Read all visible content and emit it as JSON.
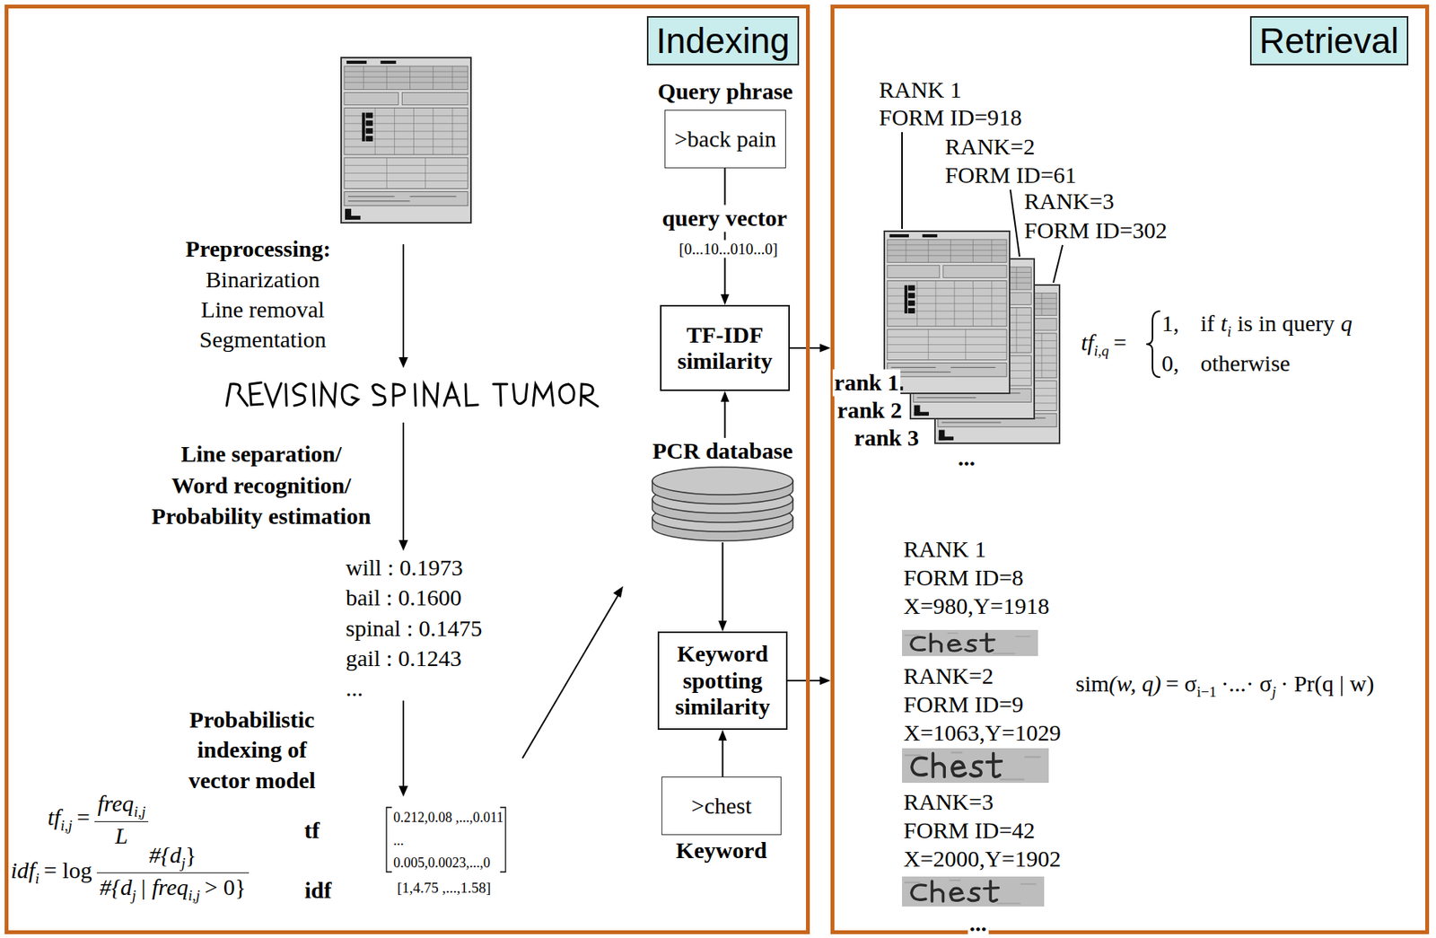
{
  "diagram": {
    "nodes": [
      {
        "text": [
          "Indexing"
        ]
      },
      {
        "text": [
          "Query phrase",
          ">back pain"
        ],
        "in": 0
      },
      {
        "text": [
          "TF-IDF similarity"
        ],
        "in": 0
      },
      {
        "text": [
          "PCR database"
        ],
        "in": 0
      },
      {
        "text": [
          "Keyword spotting similarity"
        ],
        "in": 0
      },
      {
        "text": [
          ">chest",
          "Keyword"
        ],
        "in": 0
      },
      {
        "text": [
          "Retrieval"
        ]
      }
    ],
    "edges": [
      {
        "from": 1,
        "to": 2,
        "arrow": "to",
        "label": "query vector"
      },
      {
        "from": 3,
        "to": 2,
        "arrow": "to"
      },
      {
        "from": 3,
        "to": 4,
        "arrow": "to"
      },
      {
        "from": 5,
        "to": 4,
        "arrow": "to"
      },
      {
        "from": 2,
        "to": 6,
        "arrow": "to"
      },
      {
        "from": 4,
        "to": 6,
        "arrow": "to"
      }
    ],
    "labels": [
      "Preprocessing:",
      "Binarization",
      "Line removal",
      "Segmentation",
      "Line separation/",
      "Word recognition/",
      "Probability estimation",
      "will : 0.1973",
      "bail : 0.1600",
      "spinal : 0.1475",
      "gail : 0.1243",
      "...",
      "Probabilistic",
      "indexing of",
      "vector model",
      "tf",
      "i,j",
      "=",
      "freq",
      "i,j",
      "L",
      "tf",
      "0.212,0.08 ,...,0.011",
      "...",
      "0.005,0.0023,...,0",
      "idf",
      "i",
      "= log",
      "#{d",
      "j",
      "}",
      "#{d",
      "j",
      "| freq",
      "i,j",
      "> 0}",
      "idf",
      "[1,4.75 ,...,1.58]",
      "[0...10...010...0]",
      "RANK 1",
      "FORM ID=918",
      "RANK=2",
      "FORM ID=61",
      "RANK=3",
      "FORM ID=302",
      "rank 1",
      "rank 2",
      "rank 3",
      "...",
      "tf",
      "i,q",
      "=",
      "1,",
      "if",
      "t",
      "i",
      "is in query",
      "q",
      "0,",
      "otherwise",
      "RANK 1",
      "FORM ID=8",
      "X=980,Y=1918",
      "RANK=2",
      "FORM ID=9",
      "X=1063,Y=1029",
      "RANK=3",
      "FORM ID=42",
      "X=2000,Y=1902",
      "...",
      "sim",
      "(w, q)",
      "= σ",
      "i−1",
      "·...· σ",
      "j",
      "· Pr(q | w)"
    ]
  }
}
